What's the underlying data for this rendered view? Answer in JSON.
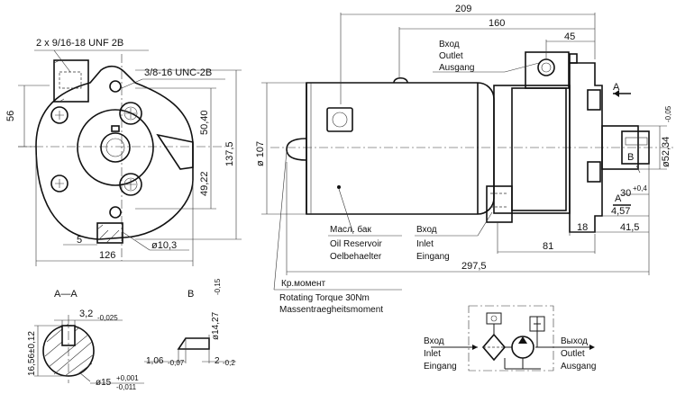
{
  "left_view": {
    "dims": {
      "thread_top": "2 x 9/16-18 UNF 2B",
      "thread_side": "3/8-16 UNC-2B",
      "height_56": "56",
      "d_50_40": "50,40",
      "d_49_22": "49,22",
      "d_137_5": "137,5",
      "d_5": "5",
      "d_126": "126",
      "d_10_3": "ø10,3"
    }
  },
  "main_view": {
    "dims": {
      "d_209": "209",
      "d_160": "160",
      "d_45": "45",
      "diam_107": "ø 107",
      "diam_52": "ø52,34",
      "diam_52_tol": "-0,05",
      "d_30": "30",
      "d_30_tol": "+0,4",
      "d_4_57": "4,57",
      "d_18": "18",
      "d_41_5": "41,5",
      "d_81": "81",
      "d_297_5": "297,5"
    },
    "section_marks": {
      "a": "A",
      "b": "B"
    },
    "outlet_label": [
      "Вход",
      "Outlet",
      "Ausgang"
    ],
    "reservoir_label": [
      "Масл. бак",
      "Oil Reservoir",
      "Oelbehaelter"
    ],
    "inlet_label": [
      "Вход",
      "Inlet",
      "Eingang"
    ],
    "torque_label": [
      "Кр.момент",
      "Rotating Torque 30Nm",
      "Massentraegheitsmoment"
    ]
  },
  "section_aa": {
    "title": "A—A",
    "d_width": "3,2",
    "d_width_tol": "-0,025",
    "d_height": "16,56±0,12",
    "d_diam": "ø15",
    "d_diam_tol_up": "+0,001",
    "d_diam_tol_lo": "-0,011"
  },
  "section_b": {
    "title": "B",
    "d_diam": "ø14,27",
    "d_diam_tol": "-0,15",
    "d_len": "1,06",
    "d_len_tol": "-0,07",
    "d_len2": "2",
    "d_len2_tol": "-0,2"
  },
  "schematic": {
    "inlet": [
      "Вход",
      "Inlet",
      "Eingang"
    ],
    "outlet": [
      "Выход",
      "Outlet",
      "Ausgang"
    ]
  }
}
